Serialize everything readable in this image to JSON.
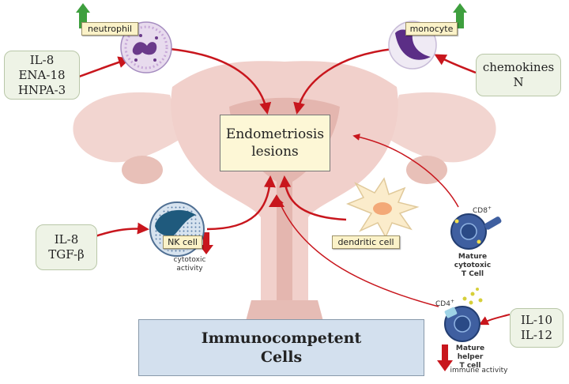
{
  "center": {
    "line1": "Endometriosis",
    "line2": "lesions"
  },
  "bottom": {
    "line1": "Immunocompetent",
    "line2": "Cells"
  },
  "neutrophil": {
    "label": "neutrophil"
  },
  "monocyte": {
    "label": "monocyte"
  },
  "nk_cell": {
    "label": "NK cell",
    "activity_line1": "cytotoxic",
    "activity_line2": "activity"
  },
  "dendritic": {
    "label": "dendritic cell"
  },
  "cytotoxic_t": {
    "marker": "CD8",
    "marker_sup": "+",
    "line1": "Mature cytotoxic",
    "line2": "T Cell"
  },
  "helper_t": {
    "marker": "CD4",
    "marker_sup": "+",
    "line1": "Mature helper",
    "line2": "T cell",
    "activity": "immune activity"
  },
  "cytokines_left_top": {
    "items": [
      "IL-8",
      "ENA-18",
      "HNPA-3"
    ]
  },
  "cytokines_right_top": {
    "line1": "chemokines",
    "line2": "N"
  },
  "cytokines_left_mid": {
    "line1": "IL-8",
    "line2": "TGF-β"
  },
  "cytokines_right_bottom": {
    "line1": "IL-10",
    "line2": "IL-12"
  },
  "colors": {
    "arrow_red": "#c8161d",
    "up_arrow_green": "#3e9f3e",
    "center_fill": "#fdf7d6",
    "bottom_fill": "#d3e0ee",
    "uterus": "#f1d0cb",
    "uterus_dark": "#e2b1aa"
  }
}
